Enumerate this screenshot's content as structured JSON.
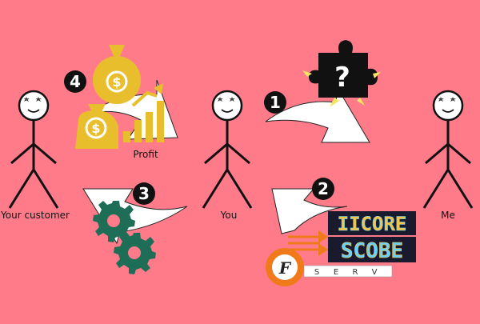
{
  "diagram": {
    "background": "#ff7b8a",
    "people": {
      "customer_label": "Your customer",
      "you_label": "You",
      "me_label": "Me"
    },
    "steps": {
      "step1": "1",
      "step2": "2",
      "step3": "3",
      "step4": "4"
    },
    "profit_label": "Profit",
    "puzzle_mark": "?",
    "logo": {
      "line1": "IICORE",
      "line2": "SCOBE",
      "tagline_letters": [
        "S",
        "E",
        "R",
        "V"
      ],
      "badge_letter": "F"
    },
    "colors": {
      "step_circle": "#111111",
      "money_gold": "#e8be2d",
      "gear_green": "#1e6d57",
      "puzzle_black": "#111111",
      "spark_yellow": "#f5e560",
      "logo_orange": "#f07a1a"
    },
    "icons": {
      "puzzle": "puzzle-question-icon",
      "gears": "gears-icon",
      "money": "money-bags-growth-icon"
    }
  }
}
